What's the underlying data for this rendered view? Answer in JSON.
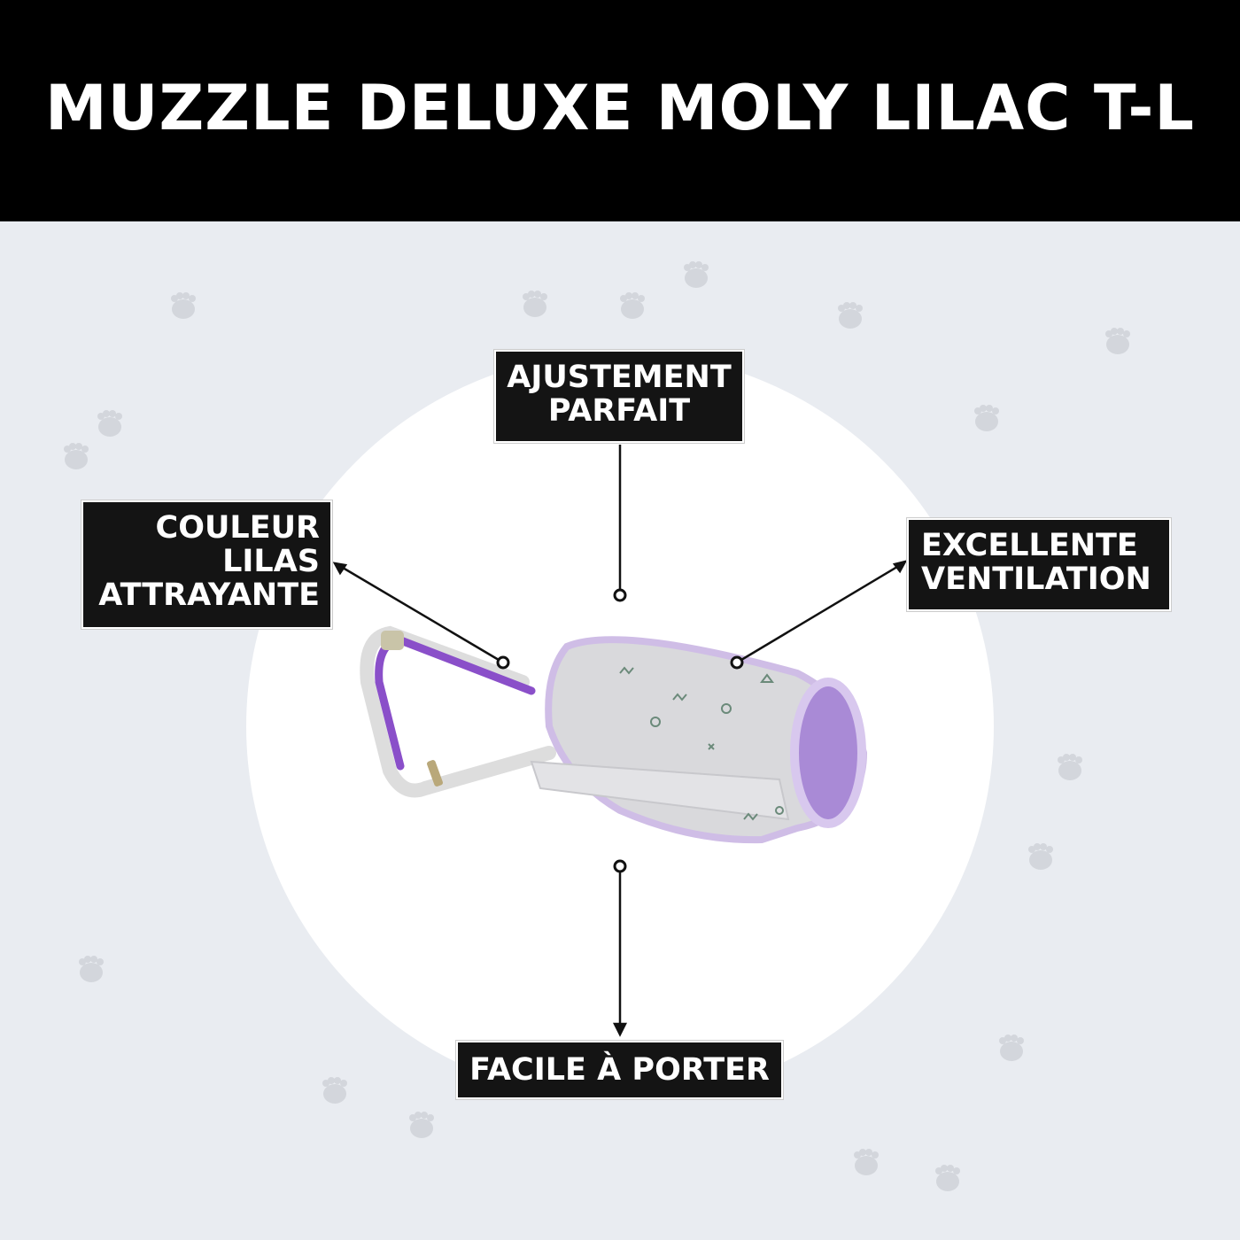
{
  "header": {
    "title": "MUZZLE DELUXE MOLY LILAC T-L"
  },
  "features": {
    "top": [
      "AJUSTEMENT",
      "PARFAIT"
    ],
    "left": [
      "COULEUR",
      "LILAS",
      "ATTRAYANTE"
    ],
    "right": [
      "EXCELLENTE",
      "VENTILATION"
    ],
    "bottom": [
      "FACILE À PORTER"
    ]
  },
  "colors": {
    "header_bg": "#000000",
    "page_bg": "#e9ecf1",
    "paw": "#d3d6dc",
    "lilac": "#8a4fc9",
    "label_bg": "#141414"
  },
  "icons": {
    "background_pattern": "paw-print-icon",
    "product": "dog-muzzle-image"
  }
}
